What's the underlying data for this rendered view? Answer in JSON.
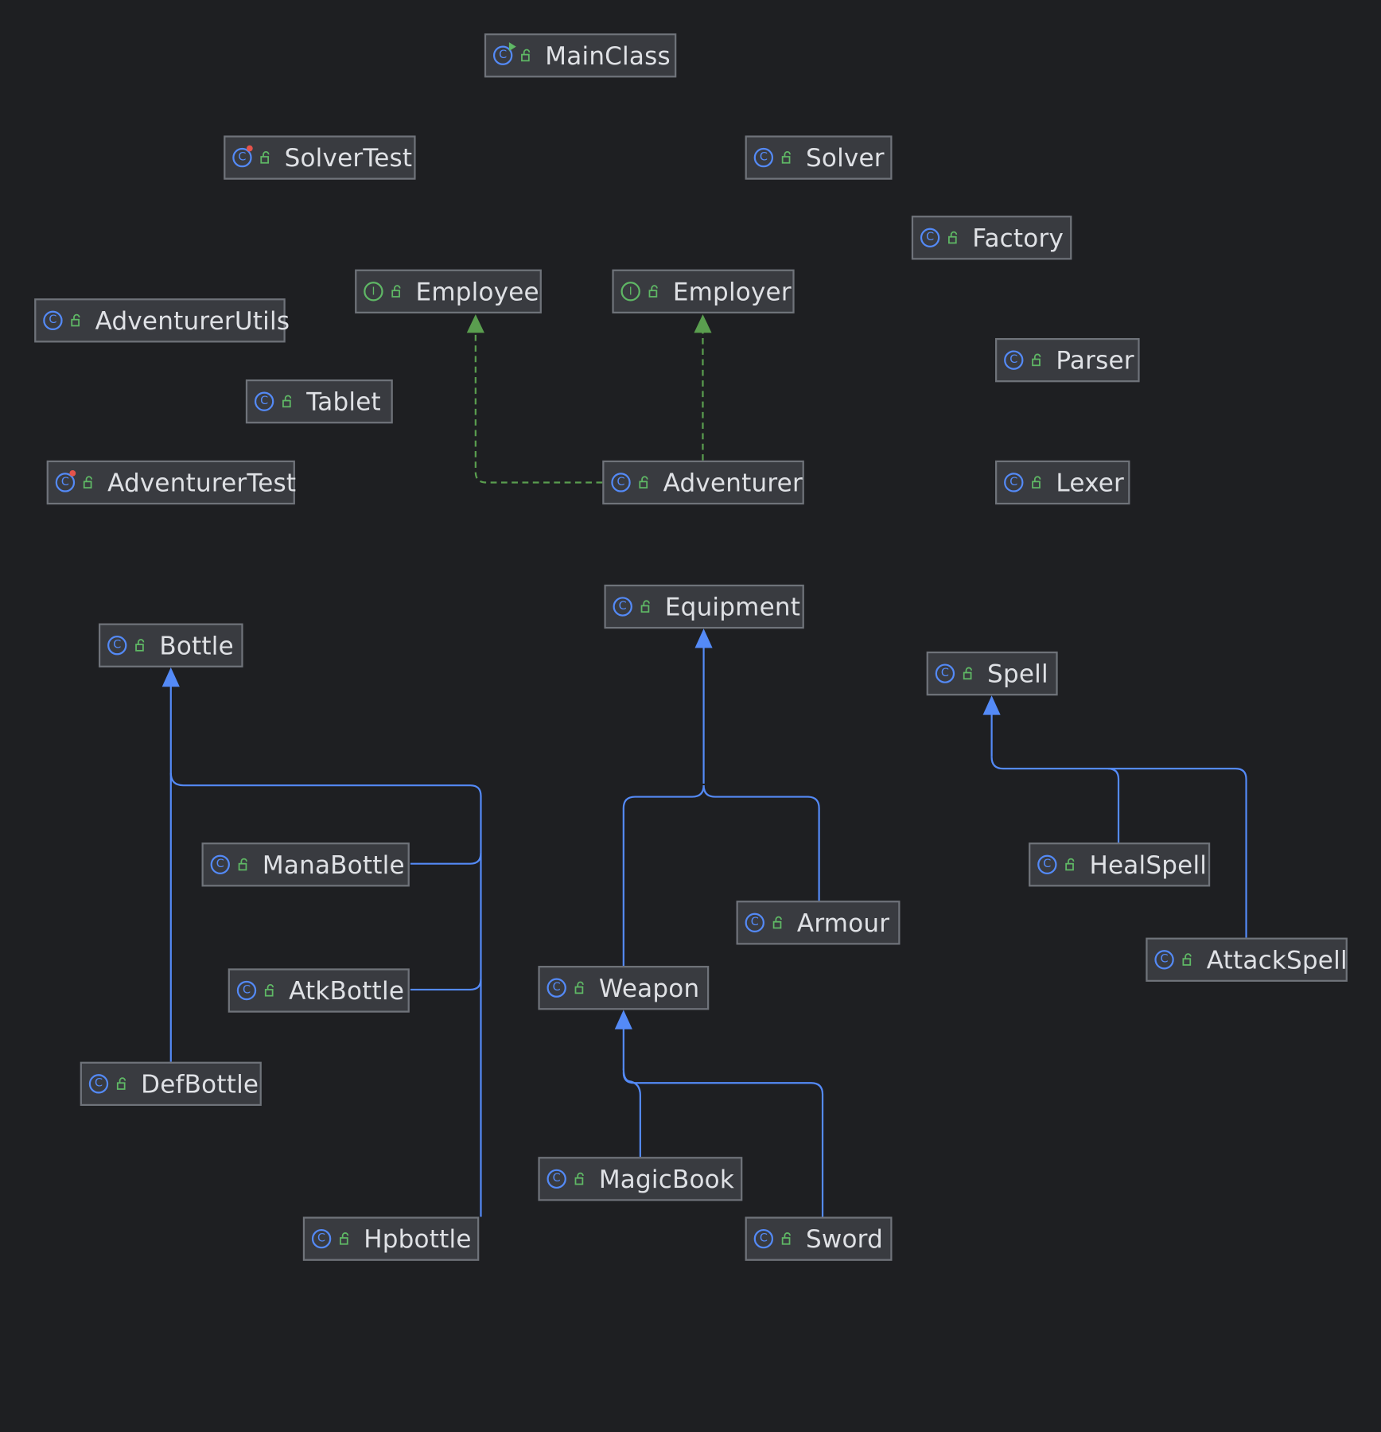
{
  "diagram": {
    "type": "uml-class-diagram",
    "colors": {
      "background": "#1e1f22",
      "node_fill": "#393b40",
      "node_border": "#6f737a",
      "class_icon": "#548af7",
      "interface_icon": "#5fb865",
      "inheritance_edge": "#548af7",
      "realization_edge": "#5a9e4f",
      "label_text": "#dfe1e5"
    },
    "nodes": [
      {
        "id": "MainClass",
        "label": "MainClass",
        "kind": "main",
        "icon": "class-main-icon"
      },
      {
        "id": "SolverTest",
        "label": "SolverTest",
        "kind": "test",
        "icon": "class-test-icon"
      },
      {
        "id": "Solver",
        "label": "Solver",
        "kind": "class",
        "icon": "class-icon"
      },
      {
        "id": "Factory",
        "label": "Factory",
        "kind": "class",
        "icon": "class-icon"
      },
      {
        "id": "Employee",
        "label": "Employee",
        "kind": "interface",
        "icon": "interface-icon"
      },
      {
        "id": "Employer",
        "label": "Employer",
        "kind": "interface",
        "icon": "interface-icon"
      },
      {
        "id": "AdventurerUtils",
        "label": "AdventurerUtils",
        "kind": "class",
        "icon": "class-icon"
      },
      {
        "id": "Parser",
        "label": "Parser",
        "kind": "class",
        "icon": "class-icon"
      },
      {
        "id": "Tablet",
        "label": "Tablet",
        "kind": "class",
        "icon": "class-icon"
      },
      {
        "id": "AdventurerTest",
        "label": "AdventurerTest",
        "kind": "test",
        "icon": "class-test-icon"
      },
      {
        "id": "Adventurer",
        "label": "Adventurer",
        "kind": "class",
        "icon": "class-icon"
      },
      {
        "id": "Lexer",
        "label": "Lexer",
        "kind": "class",
        "icon": "class-icon"
      },
      {
        "id": "Equipment",
        "label": "Equipment",
        "kind": "class",
        "icon": "class-icon"
      },
      {
        "id": "Bottle",
        "label": "Bottle",
        "kind": "class",
        "icon": "class-icon"
      },
      {
        "id": "Spell",
        "label": "Spell",
        "kind": "class",
        "icon": "class-icon"
      },
      {
        "id": "ManaBottle",
        "label": "ManaBottle",
        "kind": "class",
        "icon": "class-icon"
      },
      {
        "id": "HealSpell",
        "label": "HealSpell",
        "kind": "class",
        "icon": "class-icon"
      },
      {
        "id": "Armour",
        "label": "Armour",
        "kind": "class",
        "icon": "class-icon"
      },
      {
        "id": "AttackSpell",
        "label": "AttackSpell",
        "kind": "class",
        "icon": "class-icon"
      },
      {
        "id": "Weapon",
        "label": "Weapon",
        "kind": "class",
        "icon": "class-icon"
      },
      {
        "id": "AtkBottle",
        "label": "AtkBottle",
        "kind": "class",
        "icon": "class-icon"
      },
      {
        "id": "DefBottle",
        "label": "DefBottle",
        "kind": "class",
        "icon": "class-icon"
      },
      {
        "id": "MagicBook",
        "label": "MagicBook",
        "kind": "class",
        "icon": "class-icon"
      },
      {
        "id": "Hpbottle",
        "label": "Hpbottle",
        "kind": "class",
        "icon": "class-icon"
      },
      {
        "id": "Sword",
        "label": "Sword",
        "kind": "class",
        "icon": "class-icon"
      }
    ],
    "edges": [
      {
        "from": "Adventurer",
        "to": "Employee",
        "type": "realization"
      },
      {
        "from": "Adventurer",
        "to": "Employer",
        "type": "realization"
      },
      {
        "from": "ManaBottle",
        "to": "Bottle",
        "type": "inheritance"
      },
      {
        "from": "AtkBottle",
        "to": "Bottle",
        "type": "inheritance"
      },
      {
        "from": "DefBottle",
        "to": "Bottle",
        "type": "inheritance"
      },
      {
        "from": "Hpbottle",
        "to": "Bottle",
        "type": "inheritance"
      },
      {
        "from": "Weapon",
        "to": "Equipment",
        "type": "inheritance"
      },
      {
        "from": "Armour",
        "to": "Equipment",
        "type": "inheritance"
      },
      {
        "from": "MagicBook",
        "to": "Weapon",
        "type": "inheritance"
      },
      {
        "from": "Sword",
        "to": "Weapon",
        "type": "inheritance"
      },
      {
        "from": "HealSpell",
        "to": "Spell",
        "type": "inheritance"
      },
      {
        "from": "AttackSpell",
        "to": "Spell",
        "type": "inheritance"
      }
    ]
  }
}
